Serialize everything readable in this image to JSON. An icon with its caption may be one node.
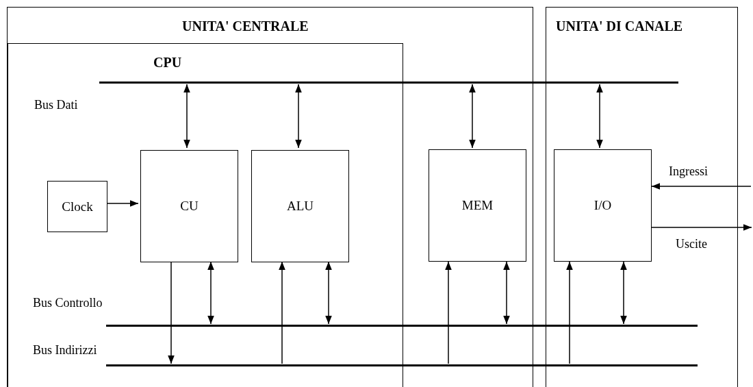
{
  "diagram": {
    "nodes": [
      {
        "text": [
          "UNITA' CENTRALE"
        ]
      },
      {
        "text": [
          "CPU"
        ],
        "in": 0
      },
      {
        "text": [
          "UNITA' DI CANALE"
        ]
      },
      {
        "text": [],
        "shape": "bar",
        "beside": [
          "Bus Dati"
        ]
      },
      {
        "text": [
          "Clock"
        ],
        "in": 1
      },
      {
        "text": [
          "CU"
        ],
        "in": 1
      },
      {
        "text": [
          "ALU"
        ],
        "in": 1
      },
      {
        "text": [
          "MEM"
        ],
        "in": 0
      },
      {
        "text": [
          "I/O"
        ],
        "in": 2
      },
      {
        "text": [],
        "shape": "bar",
        "beside": [
          "Bus Controllo"
        ]
      },
      {
        "text": [],
        "shape": "bar",
        "beside": [
          "Bus Indirizzi"
        ]
      }
    ],
    "edges": [
      {
        "from": 4,
        "to": 5,
        "arrow": "to"
      },
      {
        "from": 3,
        "to": 5,
        "arrow": "both"
      },
      {
        "from": 3,
        "to": 6,
        "arrow": "both"
      },
      {
        "from": 3,
        "to": 7,
        "arrow": "both"
      },
      {
        "from": 3,
        "to": 8,
        "arrow": "both"
      },
      {
        "from": 5,
        "to": 9,
        "arrow": "both"
      },
      {
        "from": 5,
        "to": 10,
        "arrow": "to"
      },
      {
        "from": 10,
        "to": 6,
        "arrow": "to"
      },
      {
        "from": 6,
        "to": 9,
        "arrow": "both"
      },
      {
        "from": 10,
        "to": 7,
        "arrow": "to"
      },
      {
        "from": 7,
        "to": 9,
        "arrow": "both"
      },
      {
        "from": 10,
        "to": 8,
        "arrow": "to"
      },
      {
        "from": 8,
        "to": 9,
        "arrow": "both"
      },
      {
        "from": null,
        "to": 8,
        "arrow": "to",
        "label": "Ingressi"
      },
      {
        "from": 8,
        "to": null,
        "arrow": "to",
        "label": "Uscite"
      }
    ]
  }
}
